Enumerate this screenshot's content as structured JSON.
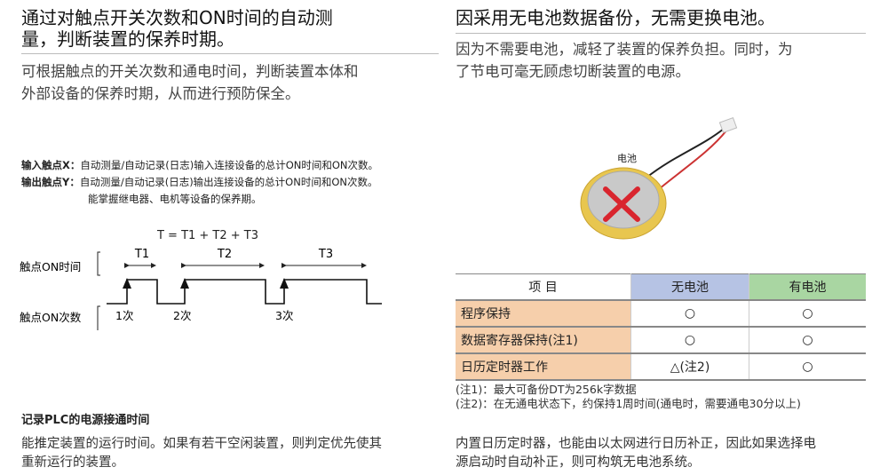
{
  "left": {
    "title_lines": [
      "通过对触点开关次数和ON时间的自动测",
      "量，判断装置的保养时期。"
    ],
    "subtitle_lines": [
      "可根据触点的开关次数和通电时间，判断装置本体和",
      "外部设备的保养时期，从而进行预防保全。"
    ],
    "input_label": "输入触点X：",
    "input_text": "自动测量/自动记录(日志)输入连接设备的总计ON时间和ON次数。",
    "output_label": "输出触点Y：",
    "output_text": "自动测量/自动记录(日志)输出连接设备的总计ON时间和ON次数。",
    "output_text2": "能掌握继电器、电机等设备的保养期。",
    "diagram": {
      "formula": "T = T1 + T2 + T3",
      "t1": "T1",
      "t2": "T2",
      "t3": "T3",
      "on_time_label": "触点ON时间",
      "on_count_label": "触点ON次数",
      "count1": "1次",
      "count2": "2次",
      "count3": "3次"
    },
    "section_title": "记录PLC的电源接通时间",
    "section_lines": [
      "能推定装置的运行时间。如果有若干空闲装置，则判定优先使其",
      "重新运行的装置。"
    ]
  },
  "right": {
    "title": "因采用无电池数据备份，无需更换电池。",
    "subtitle_lines": [
      "因为不需要电池，减轻了装置的保养负担。同时，为",
      "了节电可毫无顾虑切断装置的电源。"
    ],
    "battery_label": "电池",
    "table": {
      "headers": [
        "项 目",
        "无电池",
        "有电池"
      ],
      "rows": [
        [
          "程序保持",
          "○",
          "○"
        ],
        [
          "数据寄存器保持(注1)",
          "○",
          "○"
        ],
        [
          "日历定时器工作",
          "△(注2)",
          "○"
        ]
      ]
    },
    "notes": [
      "(注1)：最大可备份DT为256k字数据",
      "(注2)：在无通电状态下，约保持1周时间(通电时，需要通电30分以上)"
    ],
    "bottom_lines": [
      "内置日历定时器，也能由以太网进行日历补正，因此如果选择电",
      "源启动时自动补正，则可构筑无电池系统。"
    ],
    "colors": {
      "no_battery": "#b6c3e4",
      "with_battery": "#a9d6a2",
      "item": "#f6cfab",
      "cross": "#d9252e"
    }
  }
}
